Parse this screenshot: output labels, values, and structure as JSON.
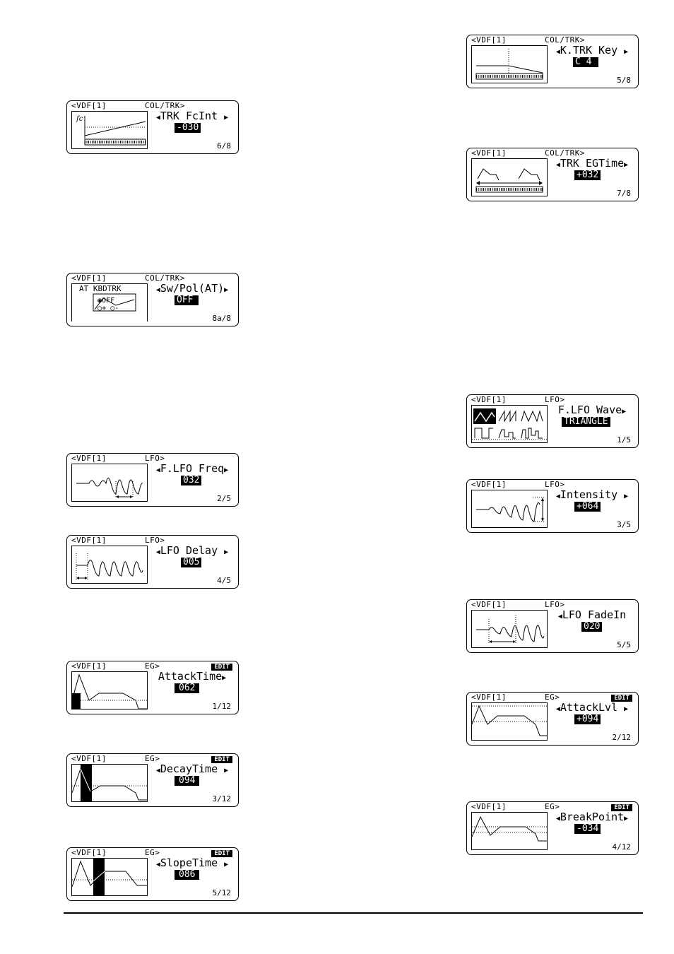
{
  "screens": [
    {
      "id": "trk-fcint",
      "header": "<VDF[1]",
      "section": "COL/TRK>",
      "param": "TRK FcInt",
      "value": "-030",
      "page": "6/8"
    },
    {
      "id": "sw-pol-at",
      "header": "<VDF[1]",
      "section": "COL/TRK>",
      "param": "Sw/Pol(AT)",
      "value": "OFF",
      "page": "8a/8",
      "graph_title": "AT KBDTRK",
      "options": [
        "OFF",
        "+",
        "-"
      ]
    },
    {
      "id": "f-lfo-freq",
      "header": "<VDF[1]",
      "section": "LFO>",
      "param": "F.LFO Freq",
      "value": "032",
      "page": "2/5"
    },
    {
      "id": "lfo-delay",
      "header": "<VDF[1]",
      "section": "LFO>",
      "param": "LFO Delay",
      "value": "005",
      "page": "4/5"
    },
    {
      "id": "attack-time",
      "header": "<VDF[1]",
      "section": "EG>",
      "edit": "EDIT",
      "param": "AttackTime",
      "value": "062",
      "page": "1/12"
    },
    {
      "id": "decay-time",
      "header": "<VDF[1]",
      "section": "EG>",
      "edit": "EDIT",
      "param": "DecayTime",
      "value": "094",
      "page": "3/12"
    },
    {
      "id": "slope-time",
      "header": "<VDF[1]",
      "section": "EG>",
      "edit": "EDIT",
      "param": "SlopeTime",
      "value": "086",
      "page": "5/12"
    },
    {
      "id": "k-trk-key",
      "header": "<VDF[1]",
      "section": "COL/TRK>",
      "param": "K.TRK Key",
      "value": "C 4",
      "page": "5/8"
    },
    {
      "id": "trk-egtime",
      "header": "<VDF[1]",
      "section": "COL/TRK>",
      "param": "TRK EGTime",
      "value": "+032",
      "page": "7/8"
    },
    {
      "id": "f-lfo-wave",
      "header": "<VDF[1]",
      "section": "LFO>",
      "param": "F.LFO Wave",
      "value": "TRIANGLE",
      "page": "1/5"
    },
    {
      "id": "intensity",
      "header": "<VDF[1]",
      "section": "LFO>",
      "param": "Intensity",
      "value": "+064",
      "page": "3/5"
    },
    {
      "id": "lfo-fadein",
      "header": "<VDF[1]",
      "section": "LFO>",
      "param": "LFO FadeIn",
      "value": "020",
      "page": "5/5"
    },
    {
      "id": "attack-lvl",
      "header": "<VDF[1]",
      "section": "EG>",
      "edit": "EDIT",
      "param": "AttackLvl",
      "value": "+094",
      "page": "2/12"
    },
    {
      "id": "break-point",
      "header": "<VDF[1]",
      "section": "EG>",
      "edit": "EDIT",
      "param": "BreakPoint",
      "value": "-034",
      "page": "4/12"
    }
  ]
}
